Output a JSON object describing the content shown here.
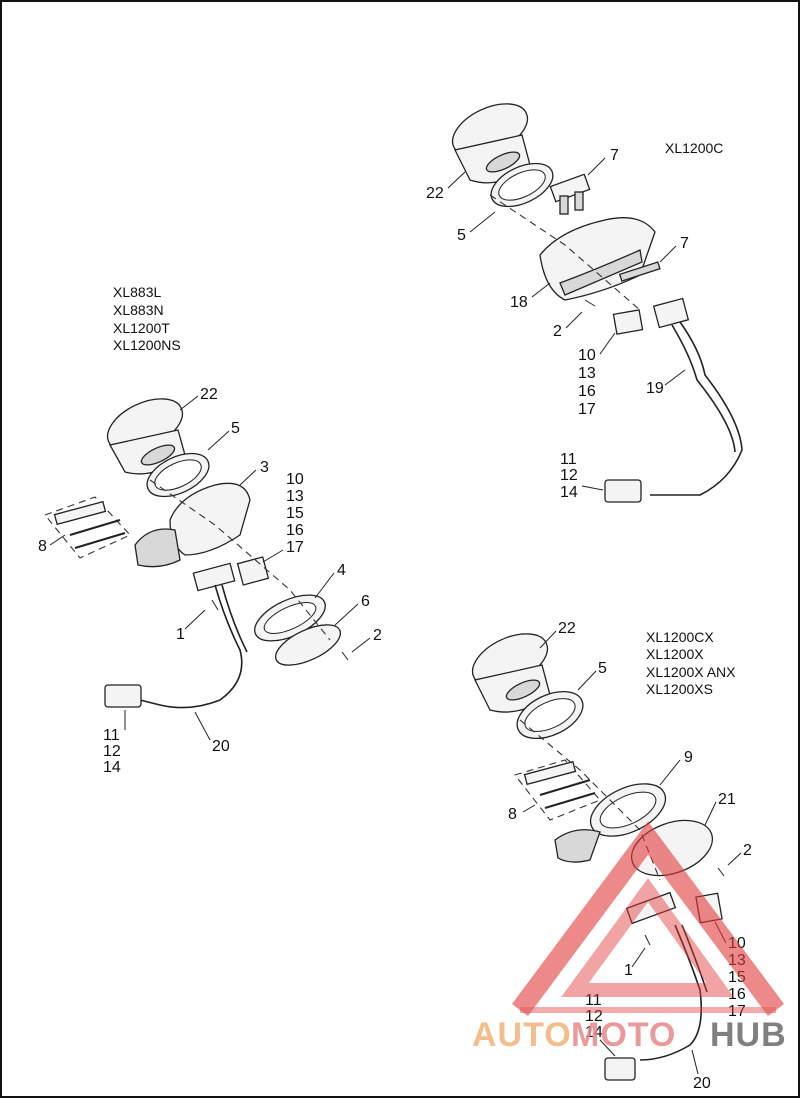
{
  "models": {
    "top_right": [
      "XL1200C"
    ],
    "left": [
      "XL883L",
      "XL883N",
      "XL1200T",
      "XL1200NS"
    ],
    "bottom_right": [
      "XL1200CX",
      "XL1200X",
      "XL1200X ANX",
      "XL1200XS"
    ]
  },
  "callouts": {
    "tr": {
      "c22": "22",
      "c5": "5",
      "c7a": "7",
      "c7b": "7",
      "c18": "18",
      "c2": "2",
      "c10": "10",
      "c13": "13",
      "c16": "16",
      "c17": "17",
      "c19": "19",
      "c11": "11",
      "c12": "12",
      "c14": "14"
    },
    "l": {
      "c22": "22",
      "c5": "5",
      "c3": "3",
      "c10": "10",
      "c13": "13",
      "c15": "15",
      "c16": "16",
      "c17": "17",
      "c8": "8",
      "c4": "4",
      "c6": "6",
      "c2": "2",
      "c1": "1",
      "c11": "11",
      "c12": "12",
      "c14": "14",
      "c20": "20"
    },
    "br": {
      "c22": "22",
      "c5": "5",
      "c9": "9",
      "c21": "21",
      "c8": "8",
      "c2": "2",
      "c10": "10",
      "c13": "13",
      "c15": "15",
      "c16": "16",
      "c17": "17",
      "c1": "1",
      "c11": "11",
      "c12": "12",
      "c14": "14",
      "c20": "20"
    }
  },
  "watermark": {
    "part1": "AUTO",
    "part2": "MOTO",
    "part3": "HUB",
    "colors": {
      "auto": "#f2b27a",
      "moto": "#e8898a",
      "hub": "#6b6b6b",
      "triangle": "#e23b3b"
    }
  }
}
